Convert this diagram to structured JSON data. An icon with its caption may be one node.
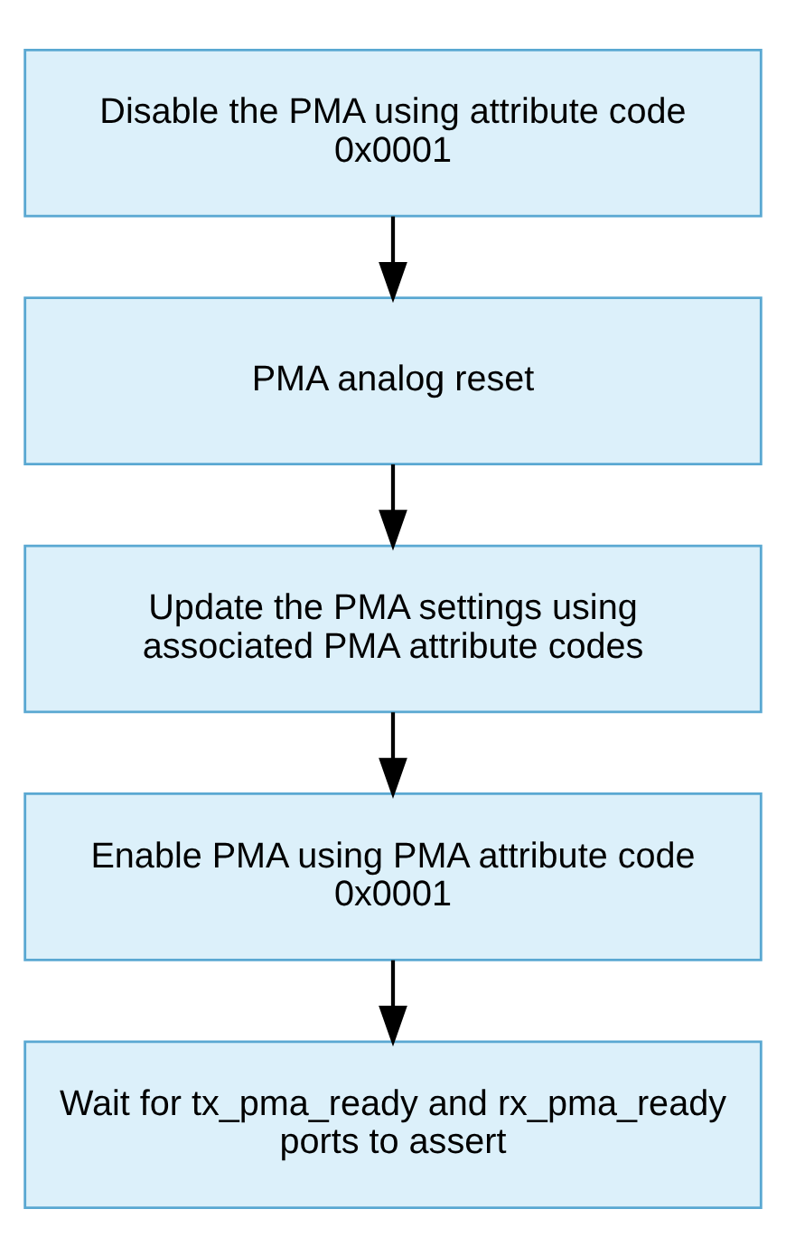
{
  "diagram": {
    "nodes": [
      {
        "text": [
          "Disable the PMA using attribute code 0x0001"
        ]
      },
      {
        "text": [
          "PMA analog reset"
        ]
      },
      {
        "text": [
          "Update the PMA settings using associated PMA attribute codes"
        ]
      },
      {
        "text": [
          "Enable PMA using PMA attribute code 0x0001"
        ]
      },
      {
        "text": [
          "Wait for tx_pma_ready and rx_pma_ready ports to assert"
        ]
      }
    ],
    "edges": [
      {
        "from": 0,
        "to": 1,
        "arrow": "to"
      },
      {
        "from": 1,
        "to": 2,
        "arrow": "to"
      },
      {
        "from": 2,
        "to": 3,
        "arrow": "to"
      },
      {
        "from": 3,
        "to": 4,
        "arrow": "to"
      }
    ]
  }
}
